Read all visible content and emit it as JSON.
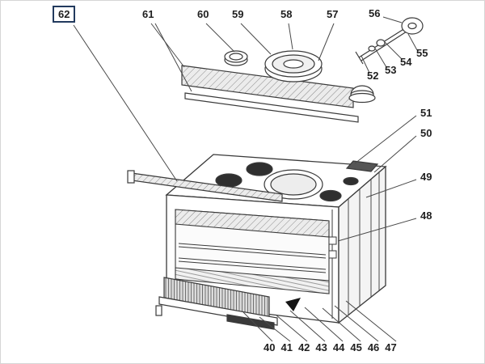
{
  "diagram": {
    "type": "exploded-parts-diagram",
    "subject": "range / stove exploded parts view",
    "background": "#ffffff",
    "line_color": "#3a3a3a",
    "label_color": "#1f1f1f",
    "boxed_label_border": "#223a5e"
  },
  "labels": {
    "boxed": {
      "text": "62"
    },
    "top": [
      {
        "text": "61"
      },
      {
        "text": "60"
      },
      {
        "text": "59"
      },
      {
        "text": "58"
      },
      {
        "text": "57"
      },
      {
        "text": "56"
      }
    ],
    "right_upper": [
      {
        "text": "55"
      },
      {
        "text": "54"
      },
      {
        "text": "53"
      },
      {
        "text": "52"
      }
    ],
    "right_side": [
      {
        "text": "51"
      },
      {
        "text": "50"
      },
      {
        "text": "49"
      },
      {
        "text": "48"
      }
    ],
    "bottom": [
      {
        "text": "40"
      },
      {
        "text": "41"
      },
      {
        "text": "42"
      },
      {
        "text": "43"
      },
      {
        "text": "44"
      },
      {
        "text": "45"
      },
      {
        "text": "46"
      },
      {
        "text": "47"
      }
    ]
  }
}
